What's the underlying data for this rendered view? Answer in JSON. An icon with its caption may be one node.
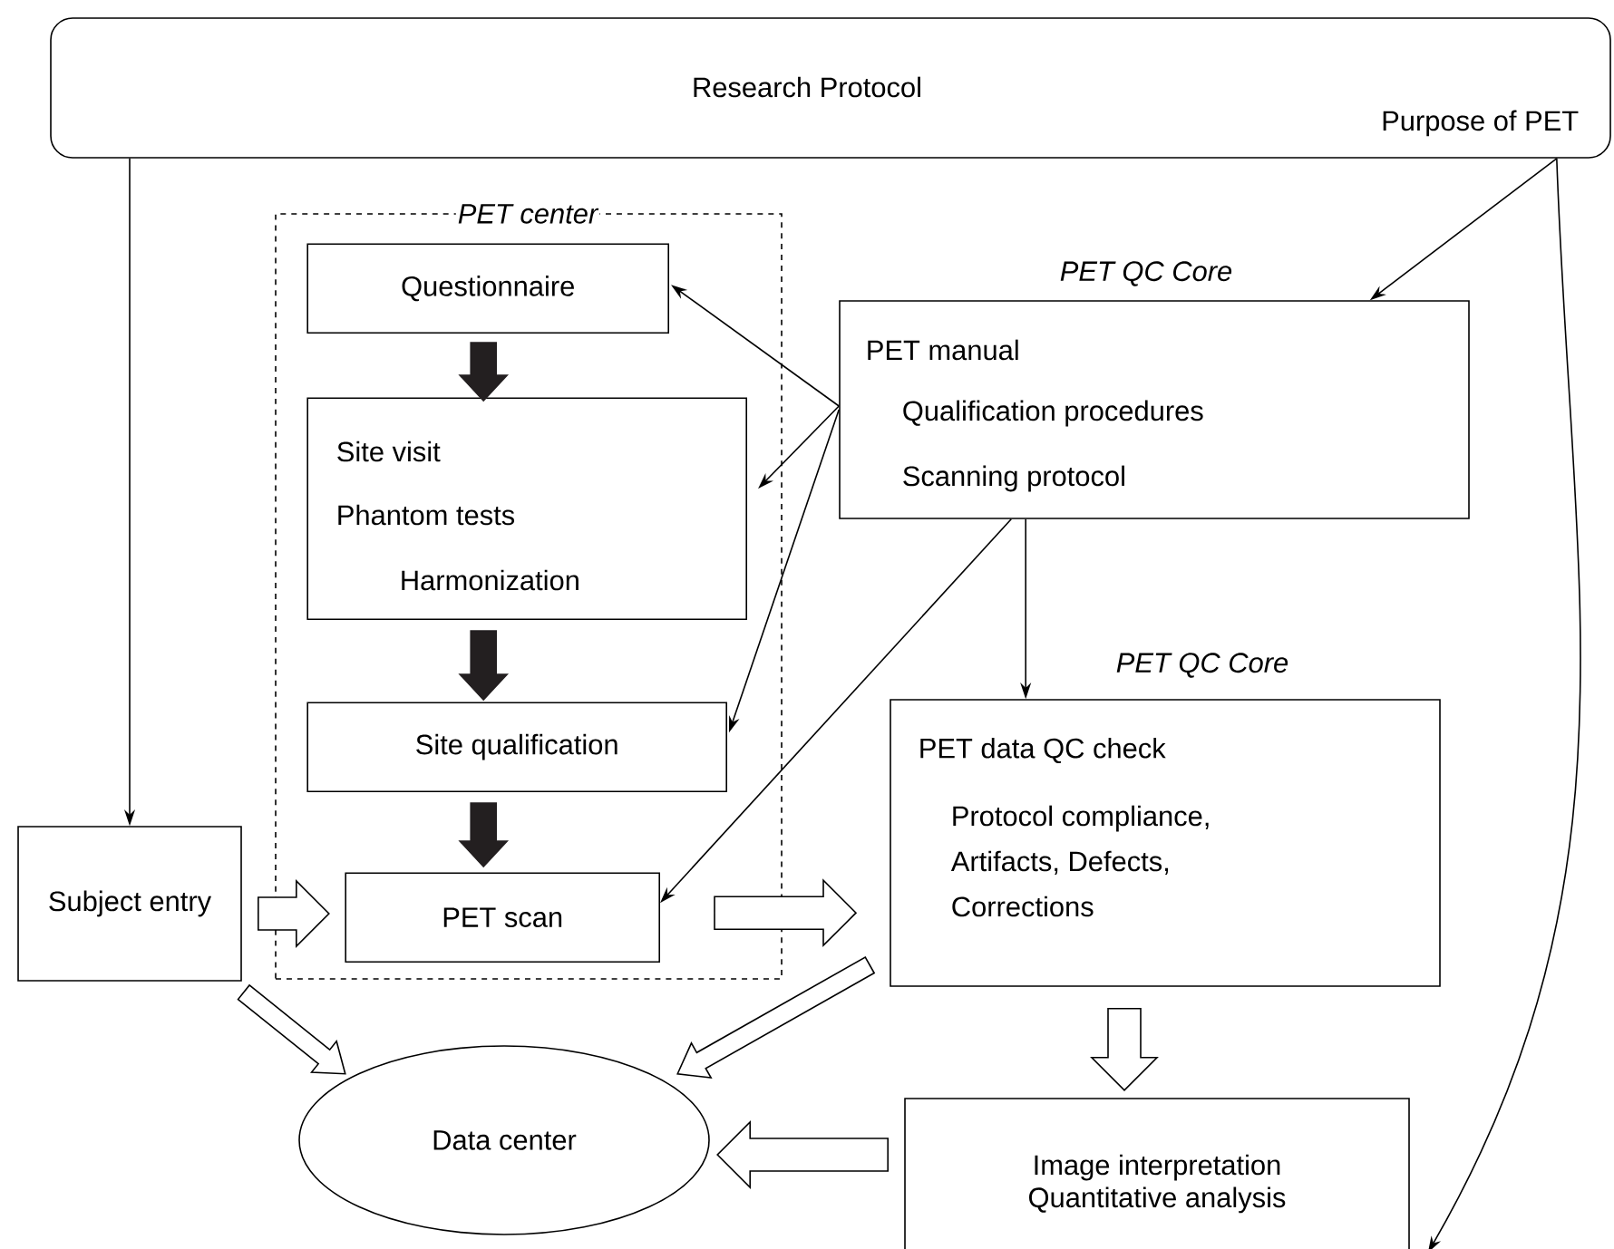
{
  "diagram": {
    "nodes": [
      {
        "text": [
          "Research Protocol",
          "Purpose of PET"
        ]
      },
      {
        "text": [
          "PET center"
        ]
      },
      {
        "text": [
          "Questionnaire"
        ],
        "in": 1
      },
      {
        "text": [
          "Site visit",
          "Phantom tests",
          "Harmonization"
        ],
        "in": 1
      },
      {
        "text": [
          "Site qualification"
        ],
        "in": 1
      },
      {
        "text": [
          "PET scan"
        ],
        "in": 1
      },
      {
        "text": [
          "PET QC Core",
          "PET manual",
          "Qualification procedures",
          "Scanning protocol"
        ]
      },
      {
        "text": [
          "Subject entry"
        ]
      },
      {
        "text": [
          "PET QC Core",
          "PET data QC check",
          "Protocol compliance, Artifacts, Defects, Corrections"
        ]
      },
      {
        "text": [
          "Data center"
        ]
      },
      {
        "text": [
          "Image interpretation Quantitative analysis"
        ]
      }
    ],
    "edges": [
      {
        "from": 0,
        "to": 7,
        "arrow": "to"
      },
      {
        "from": 0,
        "to": 6,
        "arrow": "to"
      },
      {
        "from": 0,
        "to": 10,
        "arrow": "to"
      },
      {
        "from": 6,
        "to": 2,
        "arrow": "to"
      },
      {
        "from": 6,
        "to": 3,
        "arrow": "to"
      },
      {
        "from": 6,
        "to": 4,
        "arrow": "to"
      },
      {
        "from": 6,
        "to": 5,
        "arrow": "to"
      },
      {
        "from": 6,
        "to": 8,
        "arrow": "to"
      },
      {
        "from": 2,
        "to": 3,
        "arrow": "to",
        "style": "thick",
        "color": "#231f20"
      },
      {
        "from": 3,
        "to": 4,
        "arrow": "to",
        "style": "thick",
        "color": "#231f20"
      },
      {
        "from": 4,
        "to": 5,
        "arrow": "to",
        "style": "thick",
        "color": "#231f20"
      },
      {
        "from": 7,
        "to": 5,
        "arrow": "to",
        "style": "thick"
      },
      {
        "from": 5,
        "to": 8,
        "arrow": "to",
        "style": "thick"
      },
      {
        "from": 7,
        "to": 9,
        "arrow": "to",
        "style": "thick"
      },
      {
        "from": 8,
        "to": 9,
        "arrow": "to",
        "style": "thick"
      },
      {
        "from": 8,
        "to": 10,
        "arrow": "to",
        "style": "thick"
      },
      {
        "from": 10,
        "to": 9,
        "arrow": "to",
        "style": "thick"
      }
    ]
  }
}
